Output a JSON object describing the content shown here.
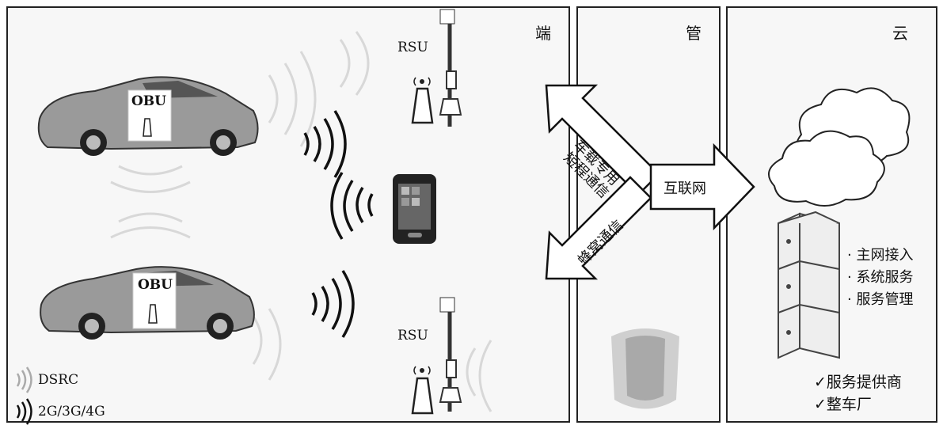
{
  "panels": {
    "end_title": "端",
    "pipe_title": "管",
    "cloud_title": "云"
  },
  "devices": {
    "obu_top": "OBU",
    "obu_bottom": "OBU",
    "rsu_top": "RSU",
    "rsu_bottom": "RSU"
  },
  "arrows": {
    "dsrc_line1": "车载专用",
    "dsrc_line2": "短程通信",
    "cellular": "蜂窝通信",
    "internet": "互联网"
  },
  "cloud_services": [
    "主网接入",
    "系统服务",
    "服务管理"
  ],
  "providers": [
    "服务提供商",
    "整车厂"
  ],
  "legend": {
    "dsrc": "DSRC",
    "cellular": "2G/3G/4G"
  }
}
